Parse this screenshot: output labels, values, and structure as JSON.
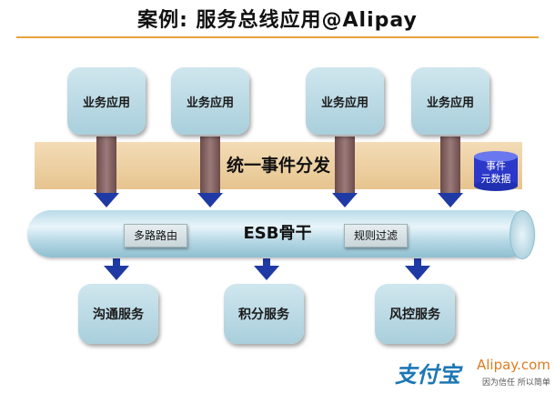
{
  "title": "案例: 服务总线应用@Alipay",
  "apps": [
    "业务应用",
    "业务应用",
    "业务应用",
    "业务应用"
  ],
  "event_layer": "统一事件分发",
  "event_metadata": {
    "line1": "事件",
    "line2": "元数据"
  },
  "esb": {
    "label": "ESB骨干",
    "left_chip": "多路路由",
    "right_chip": "规则过滤"
  },
  "services": [
    "沟通服务",
    "积分服务",
    "风控服务"
  ],
  "logo": {
    "cn": "支付宝",
    "en": "Alipay.com",
    "slogan": "因为信任 所以简单"
  },
  "colors": {
    "accent": "#e8a33a",
    "arrow": "#1f3aa5",
    "box": "#b9d8e3",
    "brand_blue": "#1d77b5",
    "brand_orange": "#e07b1f"
  }
}
